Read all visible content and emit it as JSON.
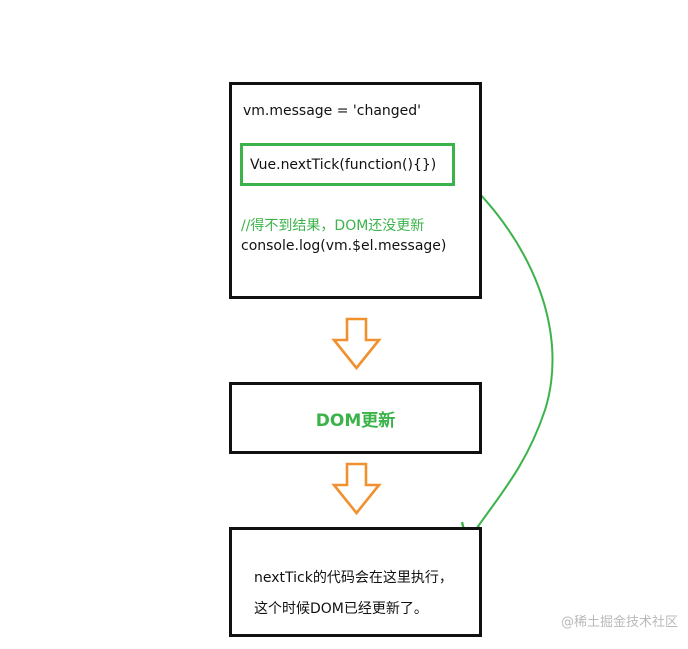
{
  "top_box": {
    "line1": "vm.message = 'changed'",
    "nexttick_call": "Vue.nextTick(function(){})",
    "comment": "//得不到结果，DOM还没更新",
    "line3": "console.log(vm.$el.message)"
  },
  "middle_box": {
    "label": "DOM更新"
  },
  "bottom_box": {
    "line1": "nextTick的代码会在这里执行，",
    "line2": "这个时候DOM已经更新了。"
  },
  "watermark": "@稀土掘金技术社区",
  "colors": {
    "highlight_green": "#3bb34a",
    "arrow_orange": "#f0902f",
    "border_black": "#111111"
  },
  "icons": {
    "down_arrow": "hollow-orange-down-arrow-icon",
    "curve_arrow": "green-curved-arrow-icon"
  }
}
